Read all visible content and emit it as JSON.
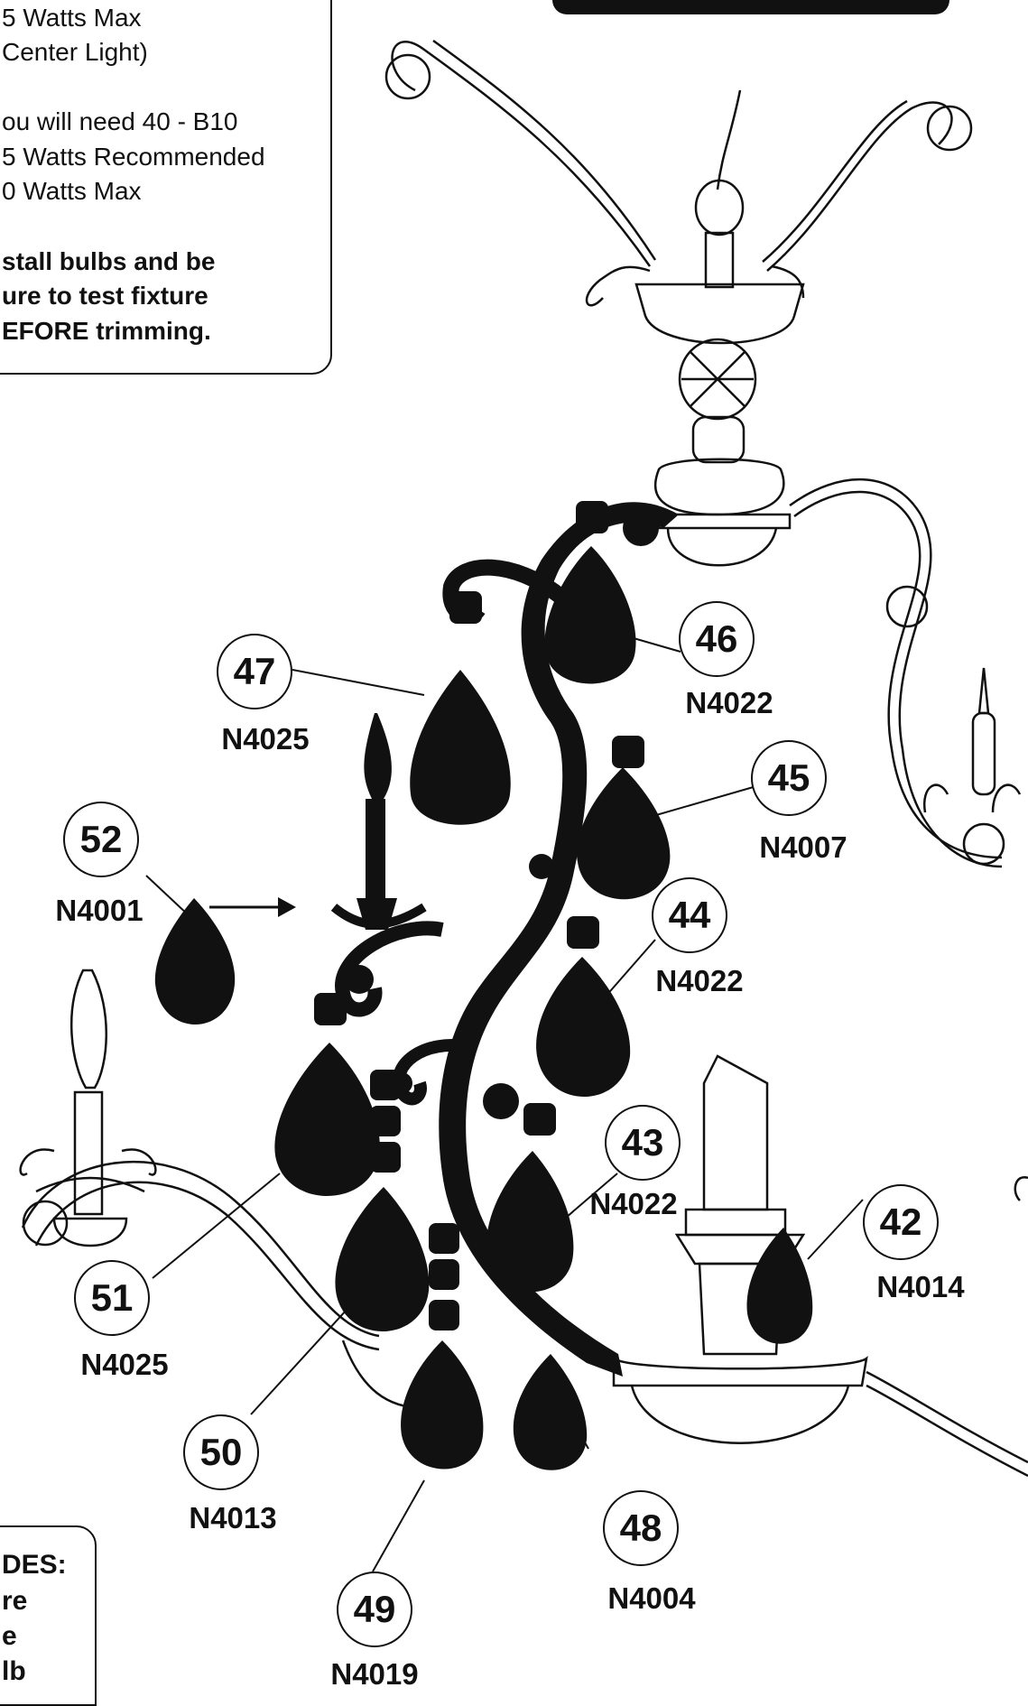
{
  "notes": {
    "lines": [
      "5 Watts Max",
      "Center Light)",
      "",
      "ou will need 40 - B10",
      "5 Watts Recommended",
      "0 Watts Max",
      "",
      "stall bulbs and be",
      "ure to test fixture",
      "EFORE trimming."
    ],
    "bottom_lines": [
      "DES:",
      "re",
      "e",
      "lb"
    ]
  },
  "callouts": [
    {
      "num": "42",
      "code": "N4014"
    },
    {
      "num": "43",
      "code": "N4022"
    },
    {
      "num": "44",
      "code": "N4022"
    },
    {
      "num": "45",
      "code": "N4007"
    },
    {
      "num": "46",
      "code": "N4022"
    },
    {
      "num": "47",
      "code": "N4025"
    },
    {
      "num": "48",
      "code": "N4004"
    },
    {
      "num": "49",
      "code": "N4019"
    },
    {
      "num": "50",
      "code": "N4013"
    },
    {
      "num": "51",
      "code": "N4025"
    },
    {
      "num": "52",
      "code": "N4001"
    }
  ],
  "colors": {
    "ink": "#111111",
    "paper": "#ffffff"
  }
}
